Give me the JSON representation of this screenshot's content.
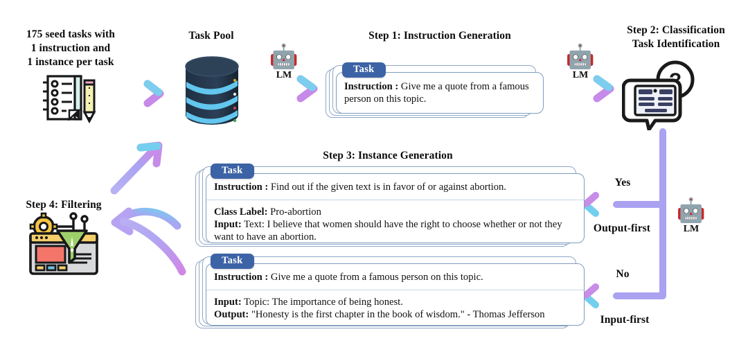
{
  "figure": {
    "title": "Self-Instruct pipeline diagram",
    "colors": {
      "arrow_purple": "#a79df0",
      "arrow_cyan": "#6fd0ee",
      "arrow_magenta": "#cf7fe8",
      "task_badge_blue": "#3c63a5",
      "card_border": "#7e9cbe",
      "card_divider": "#c8d7e6",
      "db_dark": "#26374d",
      "db_stripe": "#62c6ef",
      "text_black": "#0b0b0b"
    }
  },
  "seed": {
    "caption_line1": "175 seed tasks with",
    "caption_line2": "1 instruction and",
    "caption_line3": "1 instance per task",
    "icon": "notepad-pencil-icon"
  },
  "task_pool": {
    "title": "Task Pool",
    "icon": "database-icon"
  },
  "lm": {
    "label": "LM",
    "icon": "robot-icon"
  },
  "step1": {
    "title": "Step 1: Instruction Generation",
    "card": {
      "tag": "Task",
      "rows": [
        {
          "label": "Instruction :",
          "text": "Give me a quote from a famous person on this topic."
        }
      ]
    }
  },
  "step2": {
    "title_line1": "Step 2: Classification",
    "title_line2": "Task Identification",
    "icon": "classification-question-icon"
  },
  "step3": {
    "title": "Step 3: Instance Generation",
    "card_classification": {
      "tag": "Task",
      "rows": [
        {
          "label": "Instruction :",
          "text": "Find out if the given text is in favor of or against abortion."
        },
        {
          "label": "Class Label:",
          "text": "Pro-abortion",
          "label2": "Input:",
          "text2": "Text: I believe that women should have the right to choose whether or not they want to have an abortion."
        }
      ]
    },
    "card_generation": {
      "tag": "Task",
      "rows": [
        {
          "label": "Instruction :",
          "text": "Give me a quote from a famous person on this topic."
        },
        {
          "label": "Input:",
          "text": "Topic: The importance of being honest.",
          "label2": "Output:",
          "text2": "\"Honesty is the first chapter in the book of wisdom.\" - Thomas Jefferson"
        }
      ]
    }
  },
  "step4": {
    "title": "Step 4: Filtering",
    "icon": "filter-funnel-icon"
  },
  "branches": {
    "yes": "Yes",
    "output_first": "Output-first",
    "no": "No",
    "input_first": "Input-first"
  }
}
